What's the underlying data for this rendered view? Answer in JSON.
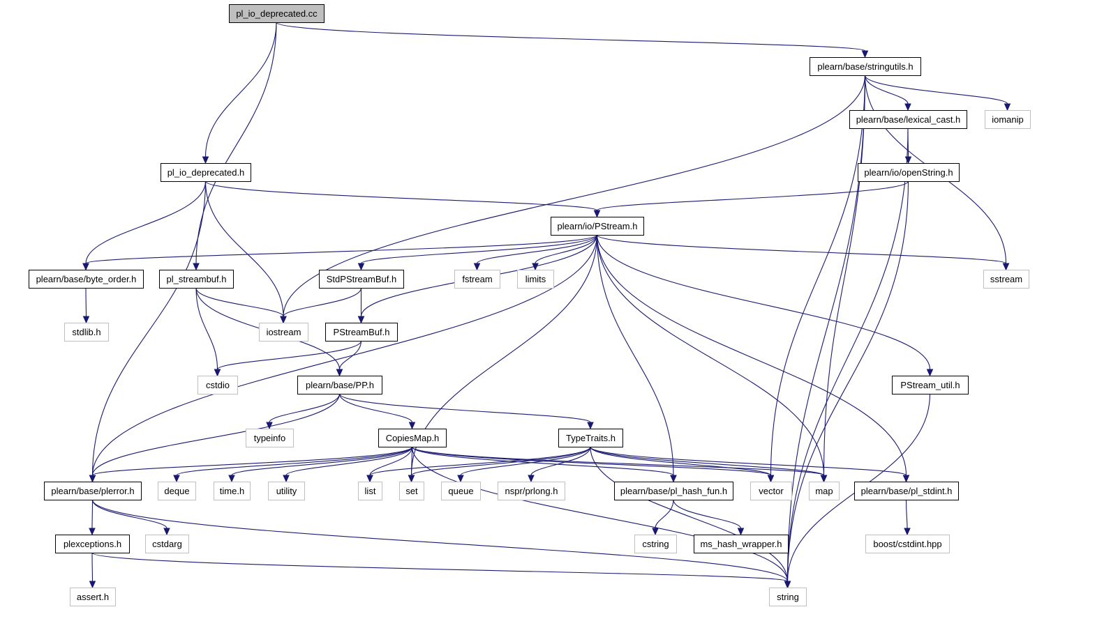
{
  "diagram": {
    "colors": {
      "edge": "#191970",
      "local_border": "#000000",
      "system_border": "#bfbfbf",
      "root_fill": "#bfbfbf"
    },
    "nodes": [
      {
        "id": "root",
        "label": "pl_io_deprecated.cc",
        "kind": "root"
      },
      {
        "id": "stringutils",
        "label": "plearn/base/stringutils.h",
        "kind": "local"
      },
      {
        "id": "lexical_cast",
        "label": "plearn/base/lexical_cast.h",
        "kind": "local"
      },
      {
        "id": "iomanip",
        "label": "iomanip",
        "kind": "system"
      },
      {
        "id": "pl_io_deprecated_h",
        "label": "pl_io_deprecated.h",
        "kind": "local"
      },
      {
        "id": "openString",
        "label": "plearn/io/openString.h",
        "kind": "local"
      },
      {
        "id": "PStream",
        "label": "plearn/io/PStream.h",
        "kind": "local"
      },
      {
        "id": "byte_order",
        "label": "plearn/base/byte_order.h",
        "kind": "local"
      },
      {
        "id": "pl_streambuf",
        "label": "pl_streambuf.h",
        "kind": "local"
      },
      {
        "id": "StdPStreamBuf",
        "label": "StdPStreamBuf.h",
        "kind": "local"
      },
      {
        "id": "fstream",
        "label": "fstream",
        "kind": "system"
      },
      {
        "id": "limits",
        "label": "limits",
        "kind": "system"
      },
      {
        "id": "sstream",
        "label": "sstream",
        "kind": "system"
      },
      {
        "id": "stdlib",
        "label": "stdlib.h",
        "kind": "system"
      },
      {
        "id": "iostream",
        "label": "iostream",
        "kind": "system"
      },
      {
        "id": "PStreamBuf",
        "label": "PStreamBuf.h",
        "kind": "local"
      },
      {
        "id": "cstdio",
        "label": "cstdio",
        "kind": "system"
      },
      {
        "id": "PP",
        "label": "plearn/base/PP.h",
        "kind": "local"
      },
      {
        "id": "PStream_util",
        "label": "PStream_util.h",
        "kind": "local"
      },
      {
        "id": "typeinfo",
        "label": "typeinfo",
        "kind": "system"
      },
      {
        "id": "CopiesMap",
        "label": "CopiesMap.h",
        "kind": "local"
      },
      {
        "id": "TypeTraits",
        "label": "TypeTraits.h",
        "kind": "local"
      },
      {
        "id": "plerror",
        "label": "plearn/base/plerror.h",
        "kind": "local"
      },
      {
        "id": "deque",
        "label": "deque",
        "kind": "system"
      },
      {
        "id": "time",
        "label": "time.h",
        "kind": "system"
      },
      {
        "id": "utility",
        "label": "utility",
        "kind": "system"
      },
      {
        "id": "list",
        "label": "list",
        "kind": "system"
      },
      {
        "id": "set",
        "label": "set",
        "kind": "system"
      },
      {
        "id": "queue",
        "label": "queue",
        "kind": "system"
      },
      {
        "id": "prlong",
        "label": "nspr/prlong.h",
        "kind": "system"
      },
      {
        "id": "pl_hash_fun",
        "label": "plearn/base/pl_hash_fun.h",
        "kind": "local"
      },
      {
        "id": "vector",
        "label": "vector",
        "kind": "system"
      },
      {
        "id": "map",
        "label": "map",
        "kind": "system"
      },
      {
        "id": "pl_stdint",
        "label": "plearn/base/pl_stdint.h",
        "kind": "local"
      },
      {
        "id": "plexceptions",
        "label": "plexceptions.h",
        "kind": "local"
      },
      {
        "id": "cstdarg",
        "label": "cstdarg",
        "kind": "system"
      },
      {
        "id": "cstring",
        "label": "cstring",
        "kind": "system"
      },
      {
        "id": "ms_hash_wrapper",
        "label": "ms_hash_wrapper.h",
        "kind": "local"
      },
      {
        "id": "cstdint",
        "label": "boost/cstdint.hpp",
        "kind": "system"
      },
      {
        "id": "assert",
        "label": "assert.h",
        "kind": "system"
      },
      {
        "id": "string",
        "label": "string",
        "kind": "system"
      }
    ],
    "edges": [
      [
        "root",
        "stringutils"
      ],
      [
        "root",
        "pl_io_deprecated_h"
      ],
      [
        "root",
        "pl_streambuf"
      ],
      [
        "stringutils",
        "lexical_cast"
      ],
      [
        "stringutils",
        "iomanip"
      ],
      [
        "stringutils",
        "sstream"
      ],
      [
        "stringutils",
        "string"
      ],
      [
        "stringutils",
        "iostream"
      ],
      [
        "stringutils",
        "vector"
      ],
      [
        "stringutils",
        "map"
      ],
      [
        "lexical_cast",
        "openString"
      ],
      [
        "lexical_cast",
        "string"
      ],
      [
        "openString",
        "PStream"
      ],
      [
        "openString",
        "string"
      ],
      [
        "pl_io_deprecated_h",
        "PStream"
      ],
      [
        "pl_io_deprecated_h",
        "byte_order"
      ],
      [
        "pl_io_deprecated_h",
        "iostream"
      ],
      [
        "pl_io_deprecated_h",
        "plerror"
      ],
      [
        "PStream",
        "byte_order"
      ],
      [
        "PStream",
        "StdPStreamBuf"
      ],
      [
        "PStream",
        "fstream"
      ],
      [
        "PStream",
        "limits"
      ],
      [
        "PStream",
        "sstream"
      ],
      [
        "PStream",
        "PStreamBuf"
      ],
      [
        "PStream",
        "plerror"
      ],
      [
        "PStream",
        "set"
      ],
      [
        "PStream",
        "pl_hash_fun"
      ],
      [
        "PStream",
        "map"
      ],
      [
        "PStream",
        "pl_stdint"
      ],
      [
        "PStream",
        "PStream_util"
      ],
      [
        "byte_order",
        "stdlib"
      ],
      [
        "pl_streambuf",
        "iostream"
      ],
      [
        "pl_streambuf",
        "cstdio"
      ],
      [
        "pl_streambuf",
        "PP"
      ],
      [
        "StdPStreamBuf",
        "iostream"
      ],
      [
        "StdPStreamBuf",
        "PStreamBuf"
      ],
      [
        "PStreamBuf",
        "cstdio"
      ],
      [
        "PStreamBuf",
        "PP"
      ],
      [
        "PP",
        "typeinfo"
      ],
      [
        "PP",
        "plerror"
      ],
      [
        "PP",
        "CopiesMap"
      ],
      [
        "PP",
        "TypeTraits"
      ],
      [
        "CopiesMap",
        "plerror"
      ],
      [
        "CopiesMap",
        "deque"
      ],
      [
        "CopiesMap",
        "time"
      ],
      [
        "CopiesMap",
        "utility"
      ],
      [
        "CopiesMap",
        "list"
      ],
      [
        "CopiesMap",
        "set"
      ],
      [
        "CopiesMap",
        "string"
      ],
      [
        "CopiesMap",
        "pl_hash_fun"
      ],
      [
        "CopiesMap",
        "vector"
      ],
      [
        "CopiesMap",
        "map"
      ],
      [
        "TypeTraits",
        "list"
      ],
      [
        "TypeTraits",
        "set"
      ],
      [
        "TypeTraits",
        "queue"
      ],
      [
        "TypeTraits",
        "prlong"
      ],
      [
        "TypeTraits",
        "vector"
      ],
      [
        "TypeTraits",
        "map"
      ],
      [
        "TypeTraits",
        "pl_stdint"
      ],
      [
        "TypeTraits",
        "string"
      ],
      [
        "PStream_util",
        "string"
      ],
      [
        "plerror",
        "plexceptions"
      ],
      [
        "plerror",
        "cstdarg"
      ],
      [
        "plerror",
        "string"
      ],
      [
        "plexceptions",
        "assert"
      ],
      [
        "plexceptions",
        "string"
      ],
      [
        "pl_hash_fun",
        "cstring"
      ],
      [
        "pl_hash_fun",
        "ms_hash_wrapper"
      ],
      [
        "pl_stdint",
        "cstdint"
      ]
    ]
  }
}
